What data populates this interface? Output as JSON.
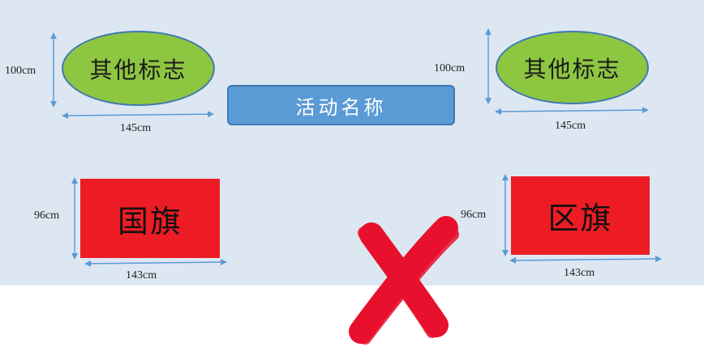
{
  "banner": {
    "label": "活动名称"
  },
  "logo_left": {
    "label": "其他标志",
    "height": "100cm",
    "width": "145cm"
  },
  "logo_right": {
    "label": "其他标志",
    "height": "100cm",
    "width": "145cm"
  },
  "flag_left": {
    "label": "国旗",
    "height": "96cm",
    "width": "143cm"
  },
  "flag_right": {
    "label": "区旗",
    "height": "96cm",
    "width": "143cm"
  },
  "colors": {
    "panel": "#dde7f2",
    "oval_fill": "#8dc641",
    "banner_fill": "#5b9bd5",
    "flag_fill": "#ed1c24",
    "cross": "#e8112d",
    "arrow": "#5b9bd5"
  },
  "icons": {
    "cross": "cross-mark-icon"
  }
}
